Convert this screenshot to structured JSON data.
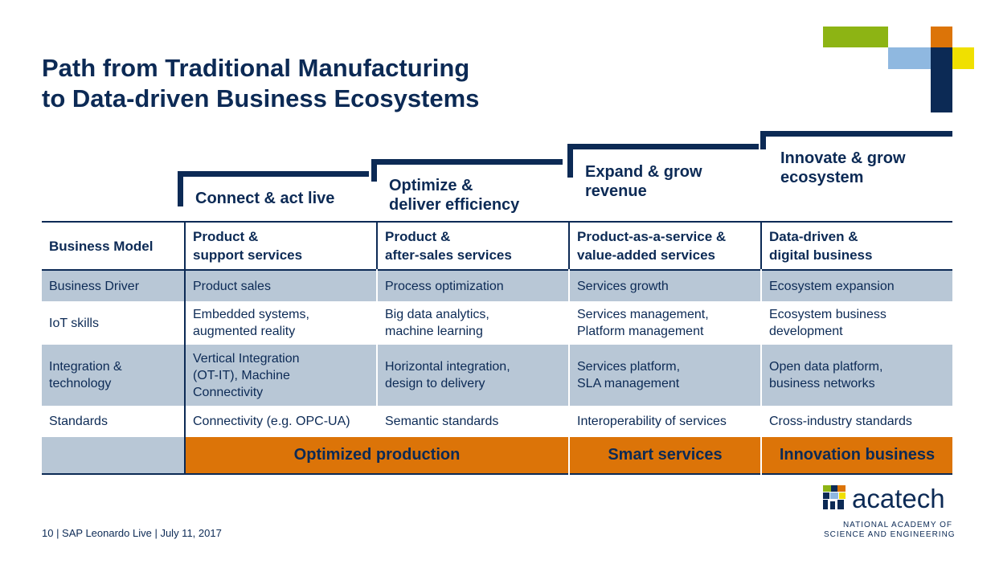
{
  "title": {
    "line1": "Path from Traditional Manufacturing",
    "line2": "to Data-driven Business Ecosystems"
  },
  "colors": {
    "navy": "#0c2a55",
    "row_shade": "#b8c7d6",
    "orange": "#dc7408",
    "green": "#8db414",
    "light_blue": "#8fb8e0",
    "yellow": "#f0e000"
  },
  "steps": [
    {
      "line1": "Connect & act live",
      "line2": ""
    },
    {
      "line1": "Optimize &",
      "line2": "deliver efficiency"
    },
    {
      "line1": "Expand & grow",
      "line2": "revenue"
    },
    {
      "line1": "Innovate & grow",
      "line2": "ecosystem"
    }
  ],
  "table": {
    "header": {
      "label": "Business Model",
      "cols": [
        {
          "line1": "Product &",
          "line2": "support services"
        },
        {
          "line1": "Product &",
          "line2": "after-sales services"
        },
        {
          "line1": "Product-as-a-service &",
          "line2": "value-added services"
        },
        {
          "line1": "Data-driven &",
          "line2": "digital business"
        }
      ]
    },
    "rows": [
      {
        "label": [
          "Business Driver"
        ],
        "cells": [
          [
            "Product sales"
          ],
          [
            "Process optimization"
          ],
          [
            "Services growth"
          ],
          [
            "Ecosystem expansion"
          ]
        ]
      },
      {
        "label": [
          "IoT skills"
        ],
        "cells": [
          [
            "Embedded systems,",
            "augmented reality"
          ],
          [
            "Big data analytics,",
            "machine learning"
          ],
          [
            "Services management,",
            "Platform management"
          ],
          [
            "Ecosystem business",
            "development"
          ]
        ]
      },
      {
        "label": [
          "Integration &",
          "technology"
        ],
        "cells": [
          [
            "Vertical Integration",
            "(OT-IT), Machine",
            "Connectivity"
          ],
          [
            "Horizontal integration,",
            "design to delivery"
          ],
          [
            "Services platform,",
            "SLA management"
          ],
          [
            "Open data platform,",
            "business networks"
          ]
        ]
      },
      {
        "label": [
          "Standards"
        ],
        "cells": [
          [
            "Connectivity (e.g. OPC-UA)"
          ],
          [
            "Semantic standards"
          ],
          [
            "Interoperability of services"
          ],
          [
            "Cross-industry standards"
          ]
        ]
      }
    ],
    "outcomes": [
      "Optimized production",
      "Smart services",
      "Innovation business"
    ]
  },
  "footer": "10  |  SAP Leonardo Live | July 11, 2017",
  "logo": {
    "name": "acatech",
    "sub1": "NATIONAL ACADEMY OF",
    "sub2": "SCIENCE AND ENGINEERING"
  }
}
